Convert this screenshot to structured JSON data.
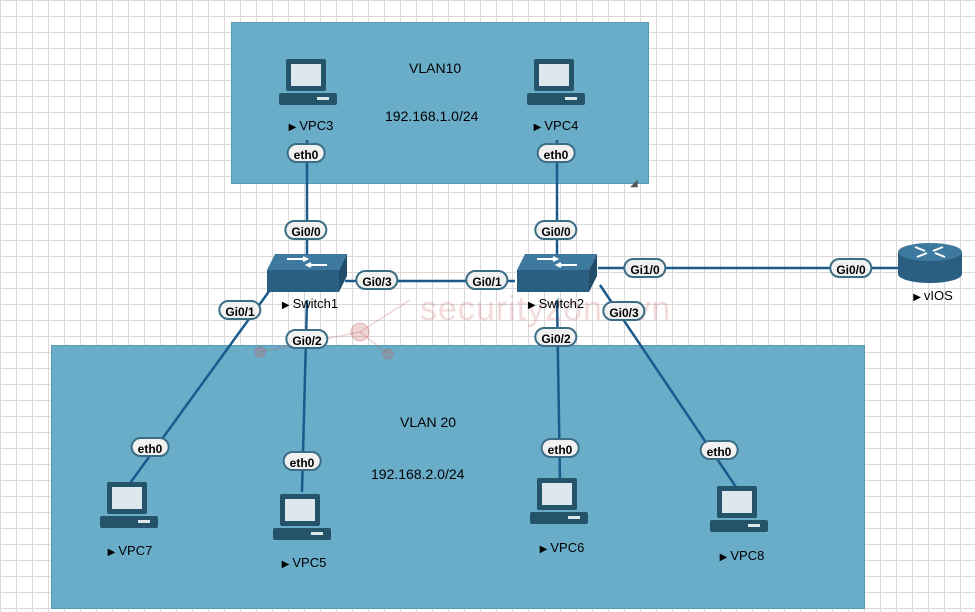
{
  "vlan10": {
    "name": "VLAN10",
    "subnet": "192.168.1.0/24"
  },
  "vlan20": {
    "name": "VLAN 20",
    "subnet": "192.168.2.0/24"
  },
  "colors": {
    "zone": "#6aadc9",
    "link": "#1a5a8c",
    "icon": "#24536a"
  },
  "watermark": "securityzone.vn",
  "nodes": {
    "vpc3": "VPC3",
    "vpc4": "VPC4",
    "vpc5": "VPC5",
    "vpc6": "VPC6",
    "vpc7": "VPC7",
    "vpc8": "VPC8",
    "switch1": "Switch1",
    "switch2": "Switch2",
    "vios": "vIOS"
  },
  "ports": {
    "vpc3_eth0": "eth0",
    "vpc4_eth0": "eth0",
    "sw1_gi00": "Gi0/0",
    "sw2_gi00": "Gi0/0",
    "sw1_gi03": "Gi0/3",
    "sw2_gi01": "Gi0/1",
    "sw2_gi10": "Gi1/0",
    "vios_gi00": "Gi0/0",
    "sw1_gi01": "Gi0/1",
    "sw1_gi02": "Gi0/2",
    "sw2_gi02": "Gi0/2",
    "sw2_gi03": "Gi0/3",
    "vpc7_eth0": "eth0",
    "vpc5_eth0": "eth0",
    "vpc6_eth0": "eth0",
    "vpc8_eth0": "eth0"
  }
}
